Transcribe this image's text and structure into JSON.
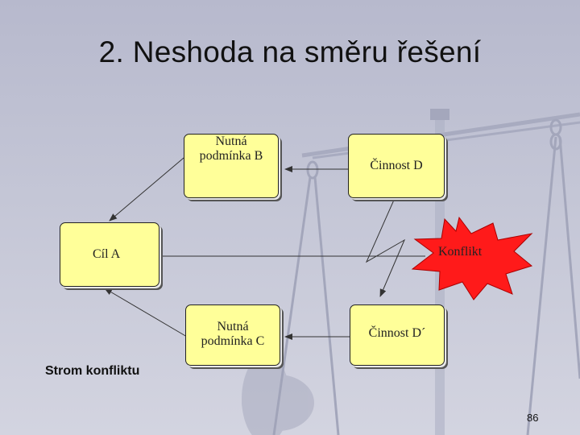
{
  "slide": {
    "title": "2.   Neshoda na směru řešení",
    "caption": "Strom konfliktu",
    "page_number": "86"
  },
  "diagram": {
    "nodes": {
      "goal": "Cíl A",
      "condition_b": "Nutná podmínka B",
      "condition_c": "Nutná podmínka C",
      "action_d": "Činnost D",
      "action_d_prime": "Činnost D´"
    },
    "conflict_label": "Konflikt",
    "colors": {
      "node_fill": "#ffff99",
      "conflict_fill": "#ff0000",
      "background": "#c4c6d6"
    },
    "icons": [
      "scales-watermark",
      "conflict-burst",
      "lightning-bolt"
    ]
  }
}
